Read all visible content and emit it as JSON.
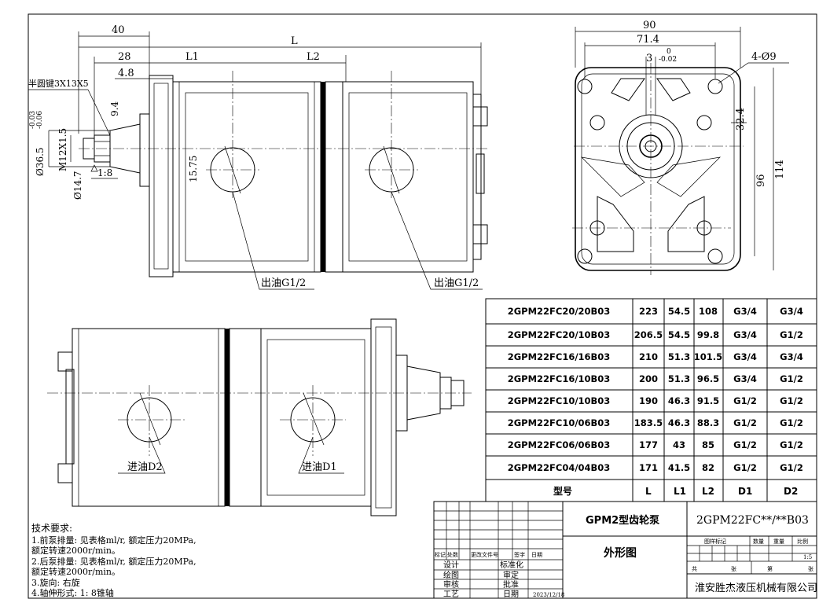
{
  "front_view": {
    "dims": {
      "d40": "40",
      "dL": "L",
      "d28": "28",
      "dL1": "L1",
      "dL2": "L2",
      "d4_8": "4.8",
      "d9_4": "9.4",
      "d15_75": "15.75",
      "key": "半圆键3X13X5",
      "tol_up": "-0.03",
      "tol_dn": "-0.06",
      "d36_5": "Ø36.5",
      "m12": "M12X1.5",
      "d14_7": "Ø14.7",
      "taper": "1:8"
    },
    "outlet_front": "出油G1/2",
    "outlet_rear": "出油G1/2"
  },
  "end_view": {
    "dims": {
      "d90": "90",
      "d71_4": "71.4",
      "d3": "3",
      "tol0": "0",
      "tolm": "-0.02",
      "holes": "4-Ø9",
      "d32_4": "32.4",
      "d96": "96",
      "d114": "114"
    }
  },
  "side_view": {
    "inlet_rear": "进油D2",
    "inlet_front": "进油D1"
  },
  "spec_table": {
    "header": {
      "model": "型号",
      "L": "L",
      "L1": "L1",
      "L2": "L2",
      "D1": "D1",
      "D2": "D2"
    },
    "rows": [
      [
        "2GPM22FC20/20B03",
        "223",
        "54.5",
        "108",
        "G3/4",
        "G3/4"
      ],
      [
        "2GPM22FC20/10B03",
        "206.5",
        "54.5",
        "99.8",
        "G3/4",
        "G1/2"
      ],
      [
        "2GPM22FC16/16B03",
        "210",
        "51.3",
        "101.5",
        "G3/4",
        "G3/4"
      ],
      [
        "2GPM22FC16/10B03",
        "200",
        "51.3",
        "96.5",
        "G3/4",
        "G1/2"
      ],
      [
        "2GPM22FC10/10B03",
        "190",
        "46.3",
        "91.5",
        "G1/2",
        "G1/2"
      ],
      [
        "2GPM22FC10/06B03",
        "183.5",
        "46.3",
        "88.3",
        "G1/2",
        "G1/2"
      ],
      [
        "2GPM22FC06/06B03",
        "177",
        "43",
        "85",
        "G1/2",
        "G1/2"
      ],
      [
        "2GPM22FC04/04B03",
        "171",
        "41.5",
        "82",
        "G1/2",
        "G1/2"
      ]
    ]
  },
  "tech_requirements": {
    "title": "技术要求:",
    "lines": [
      "1.前泵排量: 见表格ml/r,  额定压力20MPa,",
      "   额定转速2000r/min。",
      "2.后泵排量: 见表格ml/r,  额定压力20MPa,",
      "   额定转速2000r/min。",
      "3.旋向: 右旋",
      "4.轴伸形式: 1: 8锥轴"
    ]
  },
  "title_block": {
    "product": "GPM2型齿轮泵",
    "drawing_no": "2GPM22FC**/**B03",
    "drawing_name": "外形图",
    "company": "淮安胜杰液压机械有限公司",
    "rev_cols": [
      "标记",
      "处数",
      "更改文件号",
      "签字",
      "日期"
    ],
    "design": "设计",
    "standard": "标准化",
    "draw": "绘图",
    "review": "审定",
    "check": "审核",
    "approve": "批准",
    "process": "工艺",
    "date_label": "日期",
    "date": "2023/12/18",
    "stage": "图样标记",
    "qty": "数量",
    "weight": "重量",
    "scale": "比例",
    "scale_val": "1:5",
    "total": "共",
    "sheets": "张",
    "num": "第",
    "sheet2": "张"
  }
}
